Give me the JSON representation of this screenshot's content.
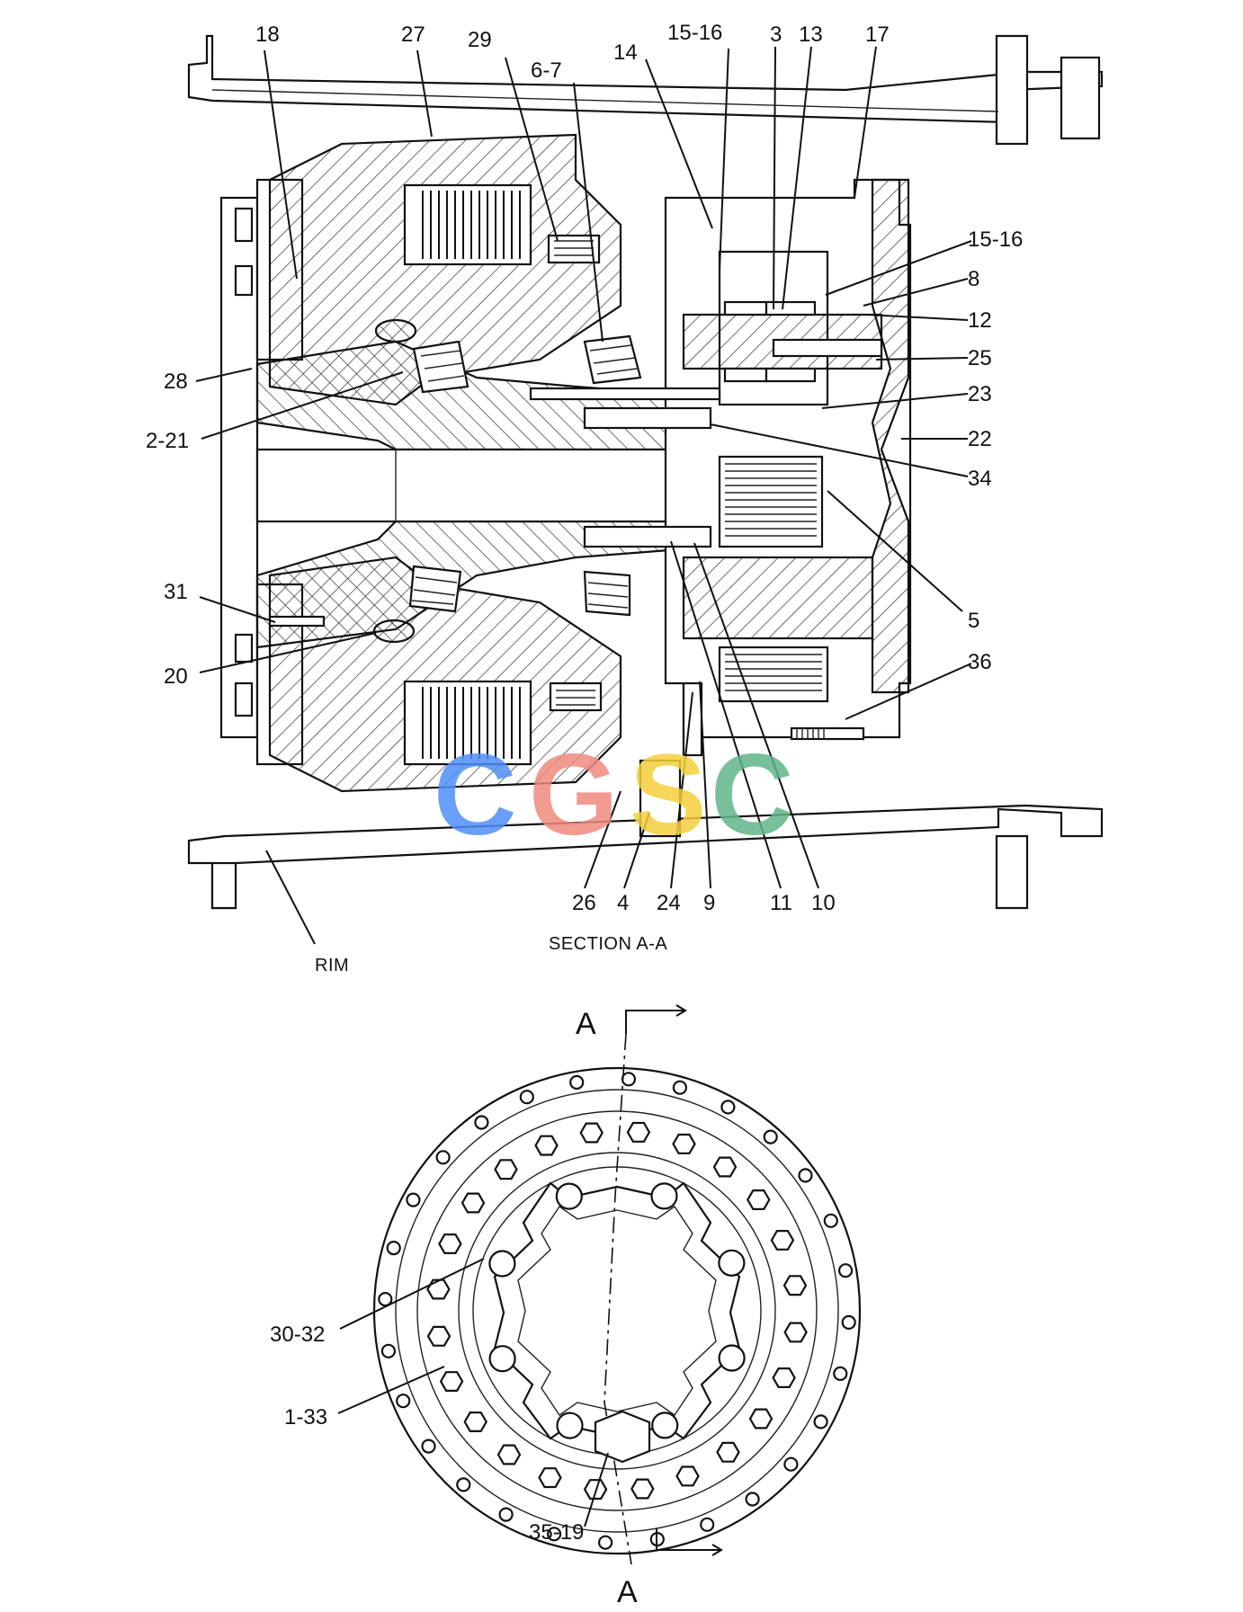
{
  "callouts": {
    "c18": "18",
    "c27": "27",
    "c29": "29",
    "c6_7": "6-7",
    "c14": "14",
    "c15_16_top": "15-16",
    "c3": "3",
    "c13": "13",
    "c17": "17",
    "c15_16_right": "15-16",
    "c8": "8",
    "c12": "12",
    "c25": "25",
    "c23": "23",
    "c22": "22",
    "c34": "34",
    "c5": "5",
    "c36": "36",
    "c28": "28",
    "c2_21": "2-21",
    "c31": "31",
    "c20": "20",
    "c26": "26",
    "c4": "4",
    "c24": "24",
    "c9": "9",
    "c11": "11",
    "c10": "10",
    "c30_32": "30-32",
    "c1_33": "1-33",
    "c35_19": "35-19"
  },
  "labels": {
    "rim": "RIM",
    "section_title": "SECTION A-A",
    "section_mark_top": "A",
    "section_mark_bottom": "A"
  },
  "watermark": {
    "letters": [
      "C",
      "G",
      "S",
      "C"
    ],
    "colors": [
      "#4f8ef7",
      "#f08a7e",
      "#f5cf3c",
      "#5fb58a"
    ]
  }
}
